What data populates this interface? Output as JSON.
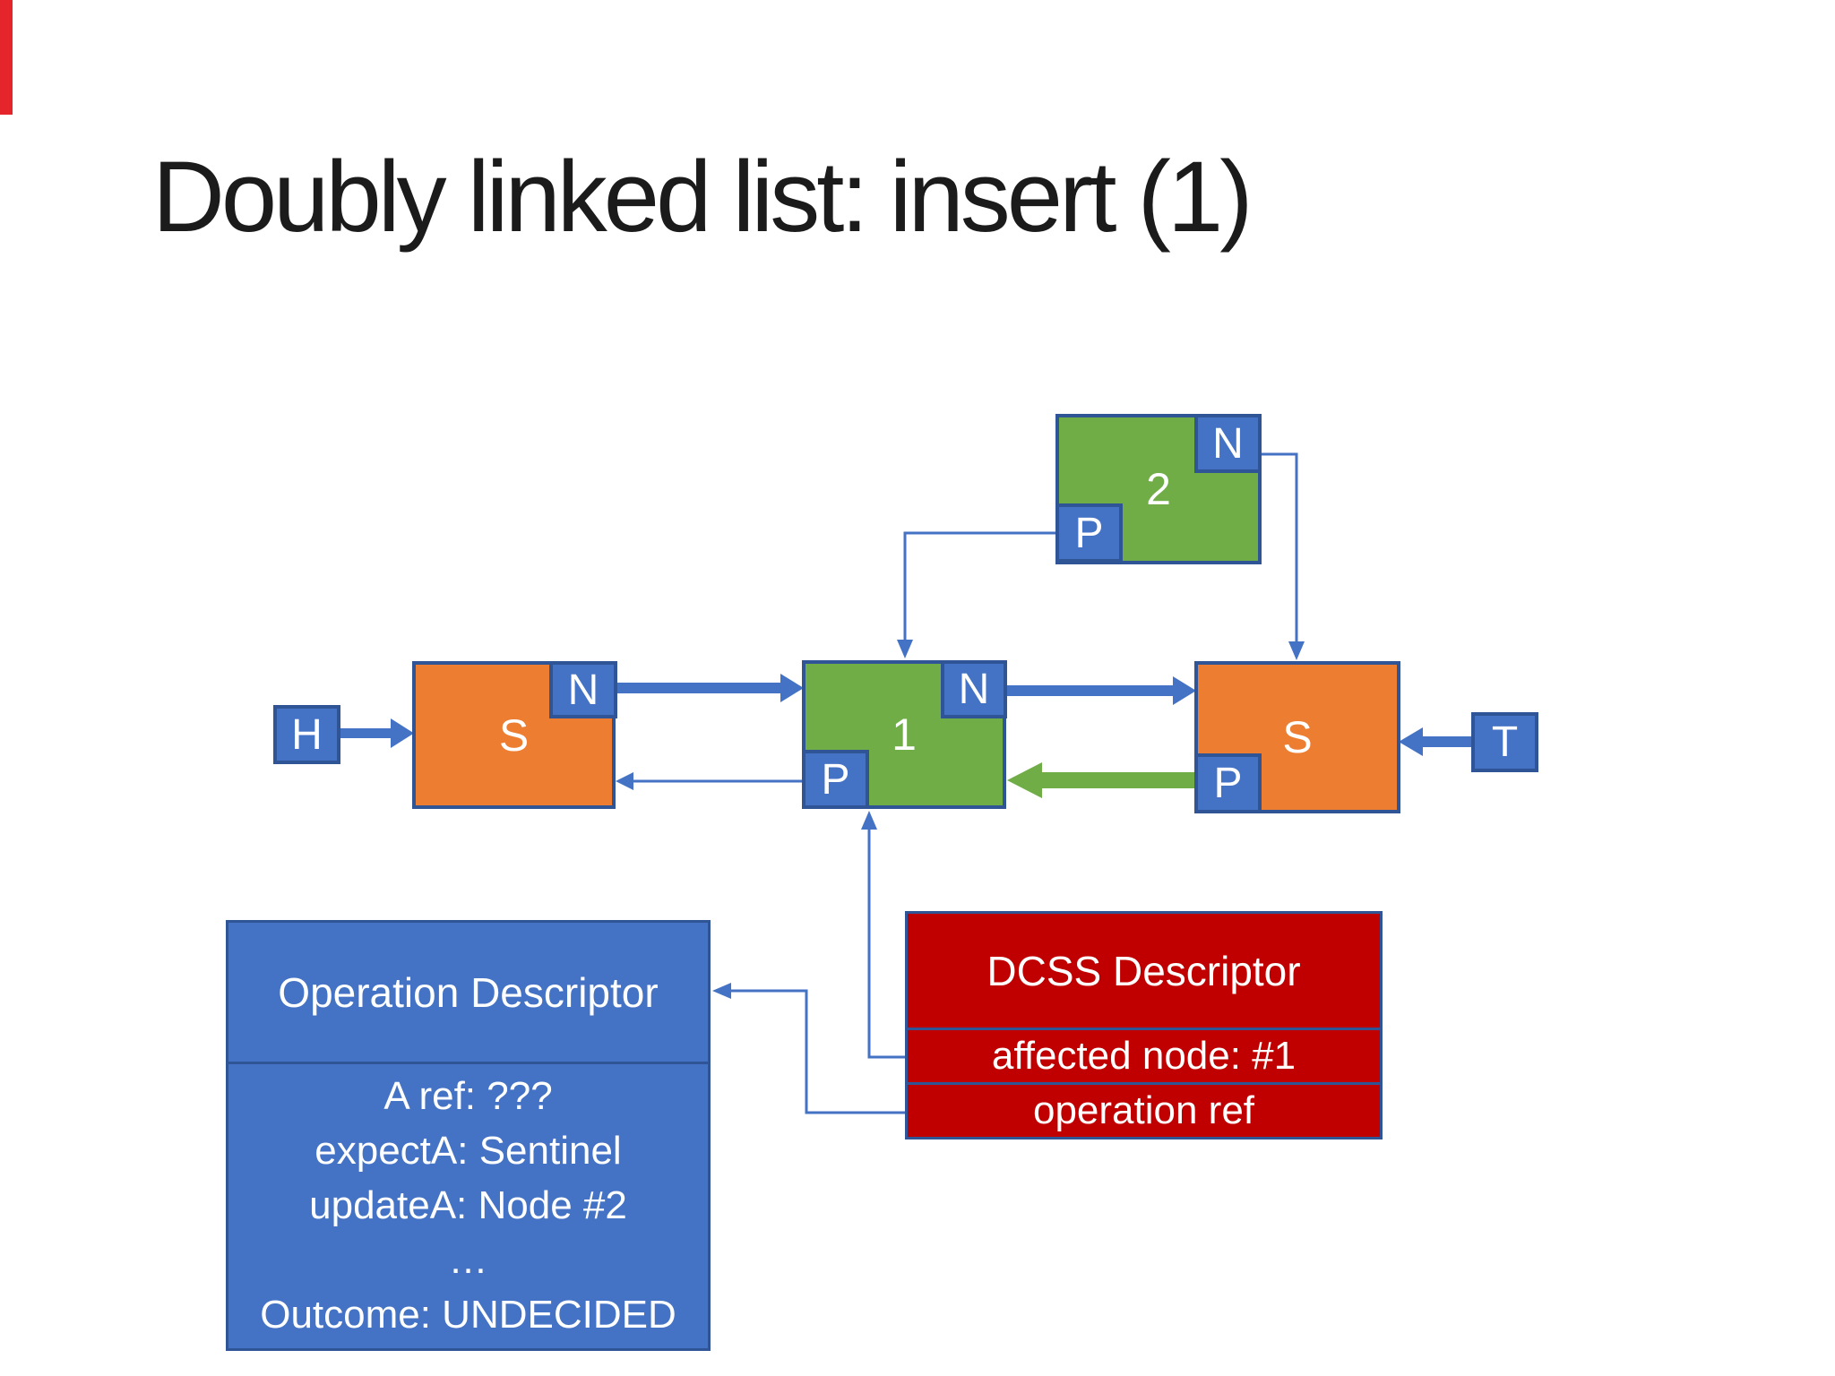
{
  "slide": {
    "title": "Doubly linked list: insert (1)"
  },
  "colors": {
    "blue": "#4472C4",
    "border": "#2F5597",
    "orange": "#ED7D31",
    "green": "#70AD47",
    "red": "#C00000",
    "redbar": "#E4262C",
    "titlecolor": "#1b1b1b"
  },
  "nodes": {
    "head_pointer": {
      "label": "H"
    },
    "tail_pointer": {
      "label": "T"
    },
    "sentinel_left": {
      "label": "S",
      "n_tag": "N"
    },
    "node1": {
      "label": "1",
      "n_tag": "N",
      "p_tag": "P"
    },
    "node2": {
      "label": "2",
      "n_tag": "N",
      "p_tag": "P"
    },
    "sentinel_right": {
      "label": "S",
      "p_tag": "P"
    }
  },
  "operation_descriptor": {
    "title": "Operation Descriptor",
    "rows": [
      "A ref: ???",
      "expectA: Sentinel",
      "updateA: Node #2",
      "…",
      "Outcome: UNDECIDED"
    ]
  },
  "dcss_descriptor": {
    "title": "DCSS Descriptor",
    "rows": [
      "affected node: #1",
      "operation ref"
    ]
  }
}
